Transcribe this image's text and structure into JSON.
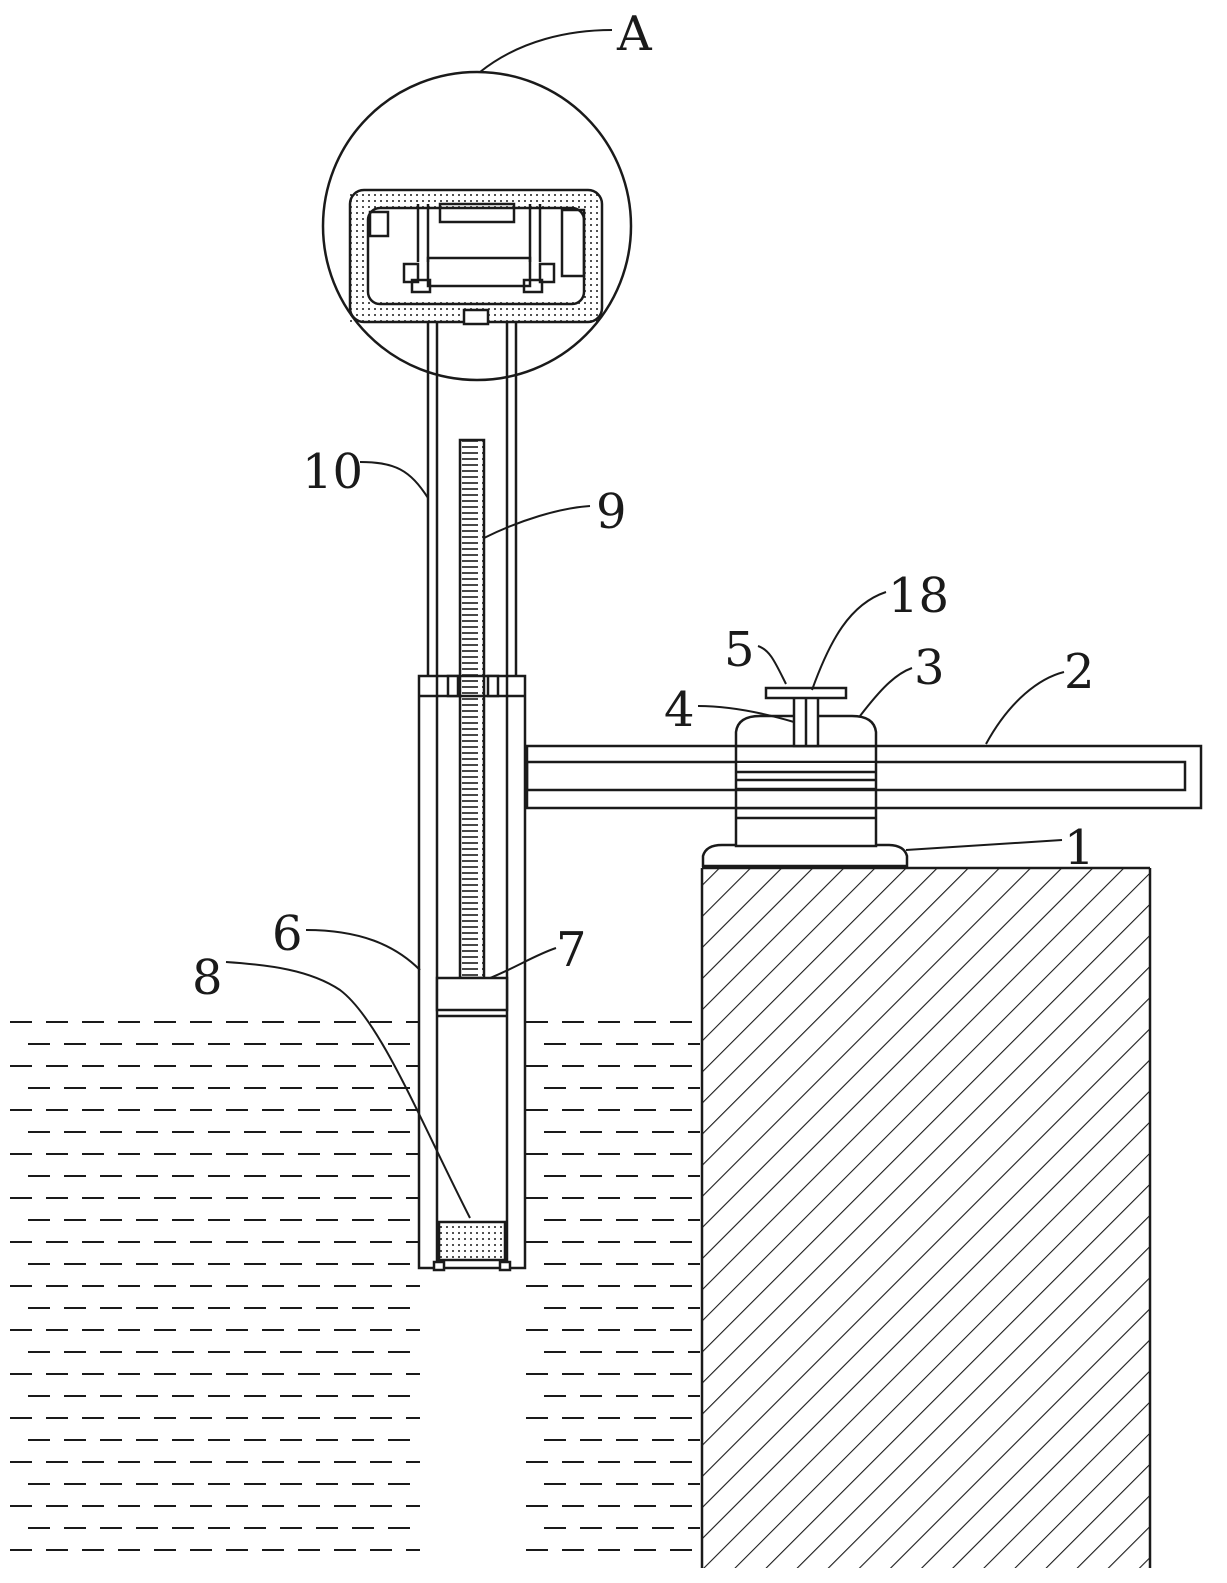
{
  "labels": {
    "detail": "A",
    "base": "1",
    "arm": "2",
    "collar": "3",
    "clamp_pin": "4",
    "handle": "5",
    "outer_tube": "6",
    "piston": "7",
    "filter": "8",
    "screw_rod": "9",
    "inner_rod": "10",
    "bolt": "18"
  },
  "colors": {
    "line": "#1a1a1a",
    "background": "#ffffff"
  }
}
